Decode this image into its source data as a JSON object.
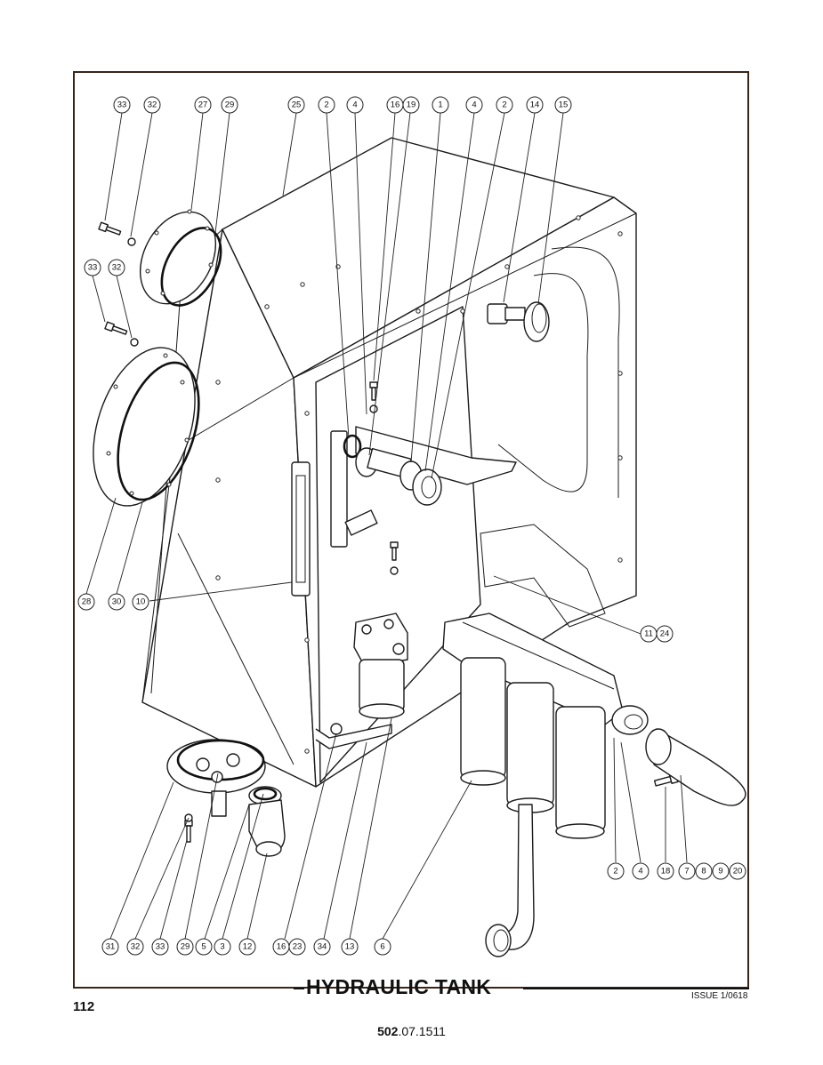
{
  "page": {
    "title": "HYDRAULIC TANK",
    "page_number": "112",
    "issue": "ISSUE 1/0618",
    "part_number_bold": "502",
    "part_number_rest": ".07.1511"
  },
  "callouts": {
    "top_row": [
      "33",
      "32",
      "27",
      "29",
      "25",
      "2",
      "4",
      "16",
      "19",
      "1",
      "4",
      "2",
      "14",
      "15"
    ],
    "left_middle": [
      "33",
      "32"
    ],
    "left_lower": [
      "28",
      "30",
      "10"
    ],
    "right_mid": [
      "11",
      "24"
    ],
    "right_lower": [
      "2",
      "4",
      "18",
      "7",
      "8",
      "9",
      "20"
    ],
    "bottom_row": [
      "31",
      "32",
      "33",
      "29",
      "5",
      "3",
      "12",
      "16",
      "23",
      "34",
      "13",
      "6"
    ]
  }
}
